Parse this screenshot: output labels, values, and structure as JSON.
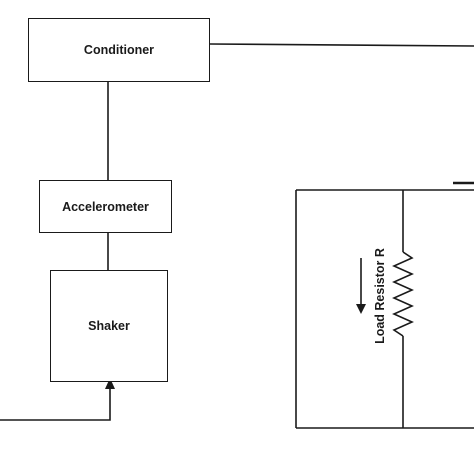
{
  "blocks": {
    "conditioner": "Conditioner",
    "accelerometer": "Accelerometer",
    "shaker": "Shaker"
  },
  "circuit": {
    "resistor_label": "Load Resistor R"
  },
  "colors": {
    "stroke": "#1a1a1a",
    "background": "#ffffff"
  }
}
